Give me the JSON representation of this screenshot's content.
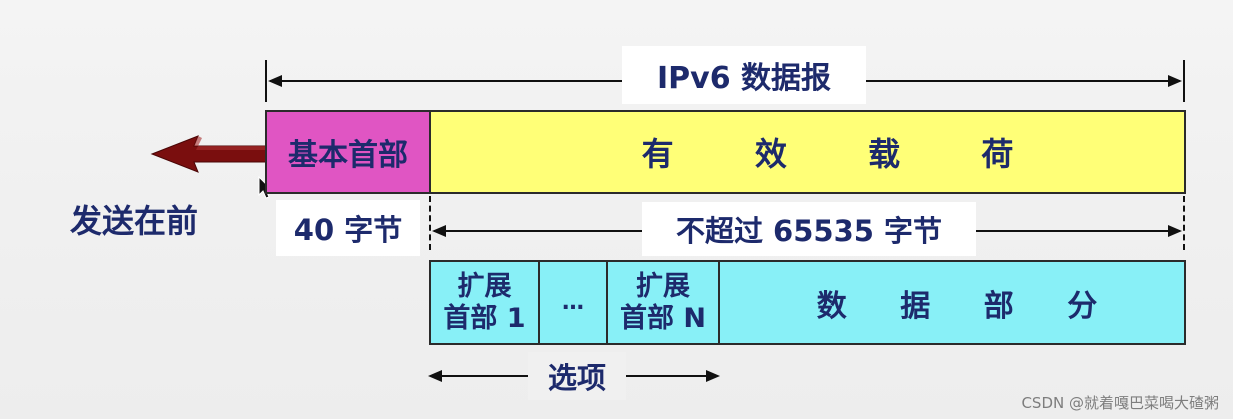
{
  "title": "IPv6 数据报",
  "base_header": "基本首部",
  "payload_chars": [
    "有",
    "效",
    "载",
    "荷"
  ],
  "send_first": "发送在前",
  "header_size": "40 字节",
  "payload_size": "不超过 65535 字节",
  "ext_header_1": [
    "扩展",
    "首部 1"
  ],
  "ellipsis": "…",
  "ext_header_n": [
    "扩展",
    "首部 N"
  ],
  "data_part_chars": [
    "数",
    "据",
    "部",
    "分"
  ],
  "options": "选项",
  "watermark": "CSDN @就着嘎巴菜喝大碴粥",
  "colors": {
    "base_header": "#e055c3",
    "payload": "#ffff77",
    "extension": "#88f0f7",
    "arrow": "#7a0e0e",
    "text": "#1d2a6c"
  }
}
